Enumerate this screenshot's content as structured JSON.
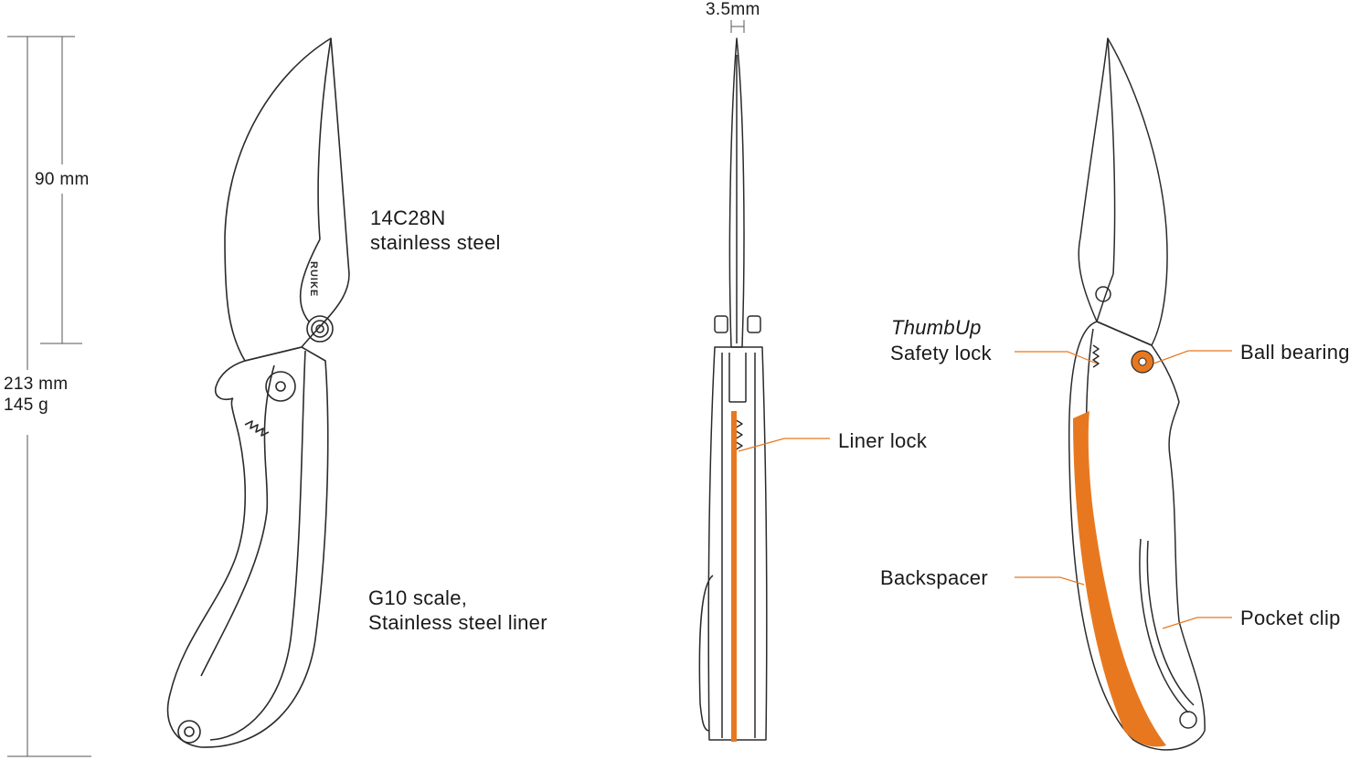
{
  "dimensions": {
    "blade_length": "90 mm",
    "overall_length": "213 mm",
    "weight": "145 g",
    "blade_thickness": "3.5mm"
  },
  "materials": {
    "blade_line1": "14C28N",
    "blade_line2": "stainless steel",
    "handle_line1": "G10 scale,",
    "handle_line2": "Stainless steel liner"
  },
  "callouts": {
    "liner_lock": "Liner lock",
    "thumbup": "ThumbUp",
    "safety_lock": "Safety lock",
    "ball_bearing": "Ball bearing",
    "backspacer": "Backspacer",
    "pocket_clip": "Pocket clip"
  },
  "blade_brand": "RUIKE",
  "colors": {
    "accent": "#e8781f",
    "line": "#2b2b2b",
    "dim_line": "#555555"
  }
}
